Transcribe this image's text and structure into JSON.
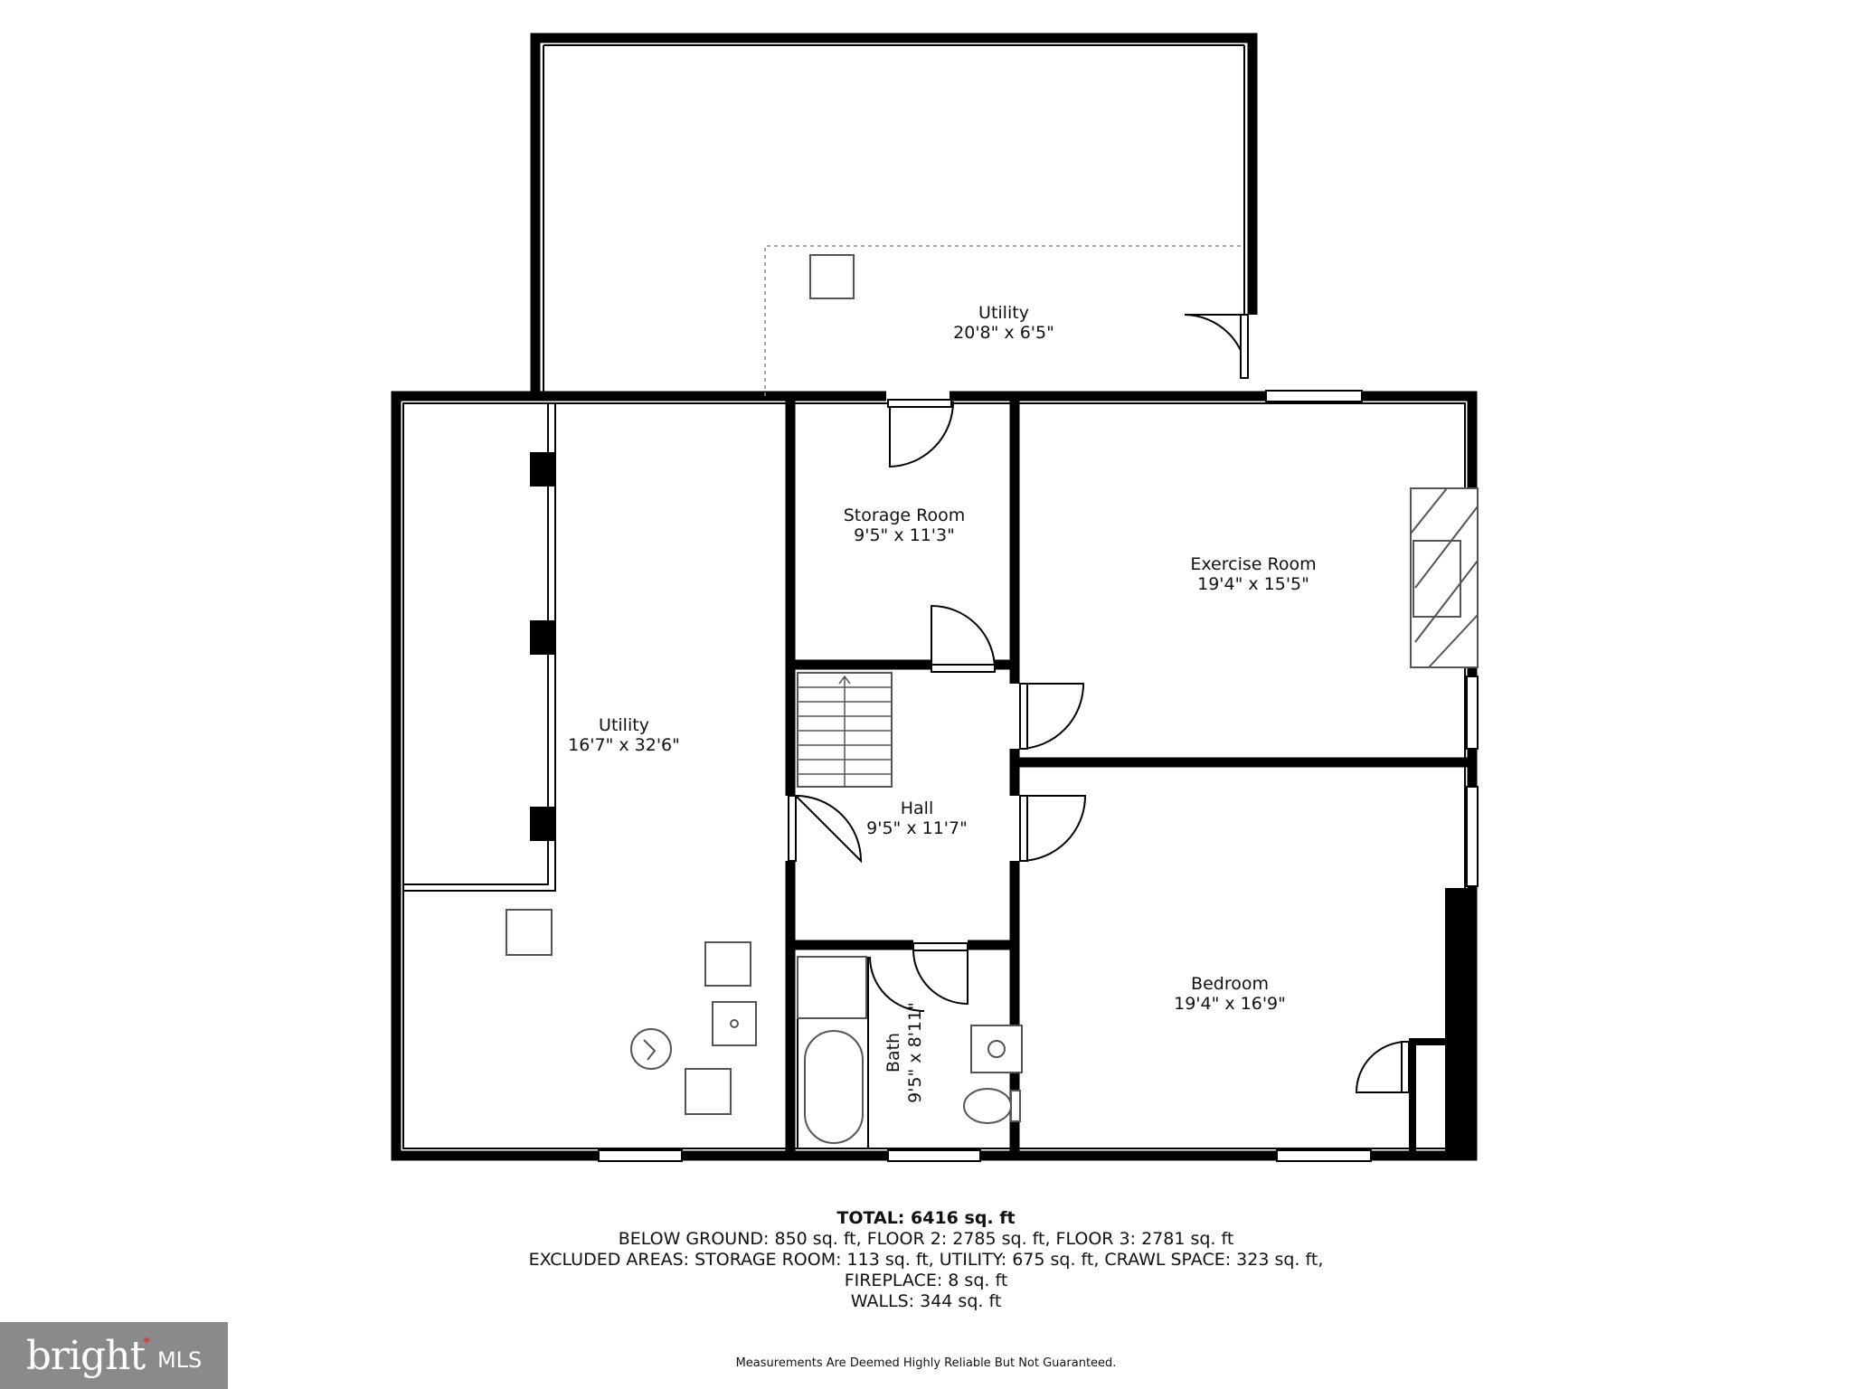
{
  "rooms": {
    "utility_top": {
      "name": "Utility",
      "dims": "20'8\" x 6'5\""
    },
    "storage": {
      "name": "Storage Room",
      "dims": "9'5\" x 11'3\""
    },
    "exercise": {
      "name": "Exercise Room",
      "dims": "19'4\" x 15'5\""
    },
    "utility_left": {
      "name": "Utility",
      "dims": "16'7\" x 32'6\""
    },
    "hall": {
      "name": "Hall",
      "dims": "9'5\" x 11'7\""
    },
    "bedroom": {
      "name": "Bedroom",
      "dims": "19'4\" x 16'9\""
    },
    "bath": {
      "name": "Bath",
      "dims": "9'5\" x 8'11\""
    }
  },
  "summary": {
    "total": "TOTAL: 6416 sq. ft",
    "below_ground": "BELOW GROUND: 850 sq. ft, FLOOR 2: 2785 sq. ft, FLOOR 3: 2781 sq. ft",
    "excluded": "EXCLUDED AREAS: STORAGE ROOM: 113 sq. ft, UTILITY: 675 sq. ft, CRAWL SPACE: 323 sq. ft,",
    "fireplace": "FIREPLACE: 8 sq. ft",
    "walls": "WALLS: 344 sq. ft"
  },
  "disclaimer": "Measurements Are Deemed Highly Reliable But Not Guaranteed.",
  "logo": {
    "brand": "bright",
    "suffix": "MLS",
    "accent_color": "#e03a3a",
    "background": "#8a8a8a"
  },
  "colors": {
    "wall": "#000000",
    "fixture": "#555555"
  }
}
